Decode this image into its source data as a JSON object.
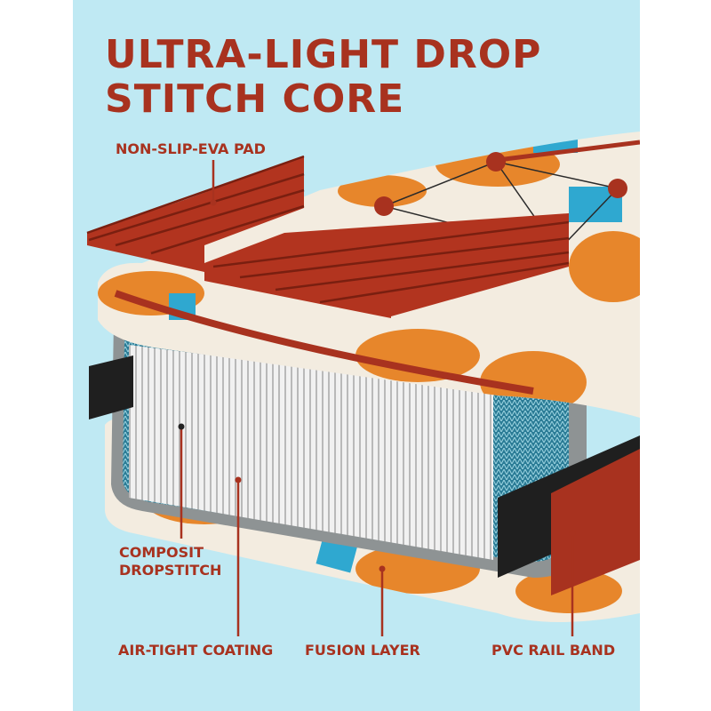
{
  "title": {
    "line1": "ULTRA-LIGHT DROP",
    "line2": "STITCH CORE"
  },
  "labels": {
    "pad": "NON-SLIP-EVA PAD",
    "core_line1": "COMPOSIT",
    "core_line2": "DROPSTITCH",
    "air": "AIR-TIGHT COATING",
    "fusion": "FUSION LAYER",
    "pvc": "PVC RAIL BAND"
  },
  "colors": {
    "background": "#bfe9f3",
    "accent": "#a8321f",
    "pad": "#b2341f",
    "leaf": "#e7862b",
    "board_base": "#f3ece0",
    "teal": "#2fa8d0",
    "core": "#eeeeee",
    "fusion": "#2b7c96",
    "rail": "#1f1f1f"
  }
}
